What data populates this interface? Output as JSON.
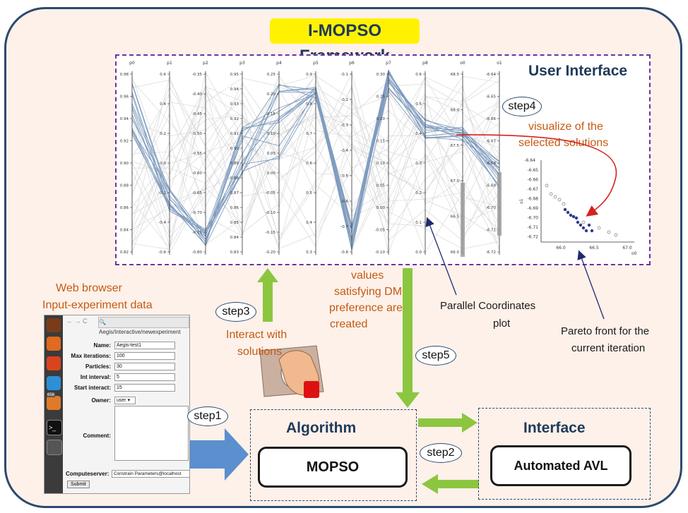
{
  "title": "I-MOPSO Framework",
  "user_interface_label": "User Interface",
  "step4_label": "step4",
  "visualize_label_line1": "visualize of the",
  "visualize_label_line2": "selected solutions",
  "parallel_plot": {
    "axes": [
      {
        "name": "p0",
        "ticks": [
          "0.98",
          "0.96",
          "0.94",
          "0.92",
          "0.90",
          "0.88",
          "0.86",
          "0.84",
          "0.82"
        ]
      },
      {
        "name": "p1",
        "ticks": [
          "0.6",
          "0.4",
          "0.2",
          "-0.0",
          "-0.2",
          "-0.4",
          "-0.6"
        ]
      },
      {
        "name": "p2",
        "ticks": [
          "-0.35",
          "-0.40",
          "-0.45",
          "-0.50",
          "-0.55",
          "-0.60",
          "-0.65",
          "-0.70",
          "-0.75",
          "-0.80"
        ]
      },
      {
        "name": "p3",
        "ticks": [
          "0.95",
          "0.94",
          "0.93",
          "0.92",
          "0.91",
          "0.90",
          "0.89",
          "0.88",
          "0.87",
          "0.86",
          "0.85",
          "0.84",
          "0.83"
        ]
      },
      {
        "name": "p4",
        "ticks": [
          "0.25",
          "0.20",
          "0.15",
          "0.10",
          "0.05",
          "0.00",
          "-0.05",
          "-0.10",
          "-0.15",
          "-0.20"
        ]
      },
      {
        "name": "p5",
        "ticks": [
          "0.9",
          "0.8",
          "0.7",
          "0.6",
          "0.5",
          "0.4",
          "0.3"
        ]
      },
      {
        "name": "p6",
        "ticks": [
          "-0.1",
          "-0.2",
          "-0.3",
          "-0.4",
          "-0.5",
          "-0.6",
          "-0.7",
          "-0.8"
        ]
      },
      {
        "name": "p7",
        "ticks": [
          "0.30",
          "0.25",
          "0.20",
          "0.15",
          "0.10",
          "0.05",
          "0.00",
          "-0.05",
          "-0.10"
        ]
      },
      {
        "name": "p8",
        "ticks": [
          "0.6",
          "0.5",
          "0.4",
          "0.3",
          "0.2",
          "0.1",
          "0.0"
        ]
      },
      {
        "name": "o0",
        "ticks": [
          "68.5",
          "68.0",
          "67.5",
          "67.0",
          "66.5",
          "66.0"
        ]
      },
      {
        "name": "o1",
        "ticks": [
          "-6.64",
          "-6.65",
          "-6.66",
          "-6.67",
          "-6.68",
          "-6.69",
          "-6.70",
          "-6.71",
          "-6.72"
        ]
      }
    ]
  },
  "pareto_plot": {
    "x_label": "o0",
    "y_label": "o1",
    "x_ticks": [
      "66.0",
      "66.5",
      "67.0"
    ],
    "y_ticks": [
      "-6.65",
      "-6.66",
      "-6.67",
      "-6.68",
      "-6.69",
      "-6.70",
      "-6.71",
      "-6.72"
    ],
    "y_top_tick": "-6.64"
  },
  "web_browser_line1": "Web browser",
  "web_browser_line2": "Input-experiment data",
  "browser": {
    "url": "Aegis/Interactive/newexperiment",
    "dock_badge": "656",
    "fields": [
      {
        "label": "Name:",
        "value": "Aegis-test1"
      },
      {
        "label": "Max iterations:",
        "value": "100"
      },
      {
        "label": "Particles:",
        "value": "30"
      },
      {
        "label": "Int interval:",
        "value": "5"
      },
      {
        "label": "Start interact:",
        "value": "15"
      }
    ],
    "owner_label": "Owner:",
    "owner_value": "user",
    "comment_label": "Comment:",
    "computeserver_label": "Computeserver:",
    "computeserver_value": "Constrain Parameters@localhost",
    "submit_label": "Submit"
  },
  "step1_label": "step1",
  "step2_label": "step2",
  "step3_label": "step3",
  "step5_label": "step5",
  "interact_line1": "Interact with",
  "interact_line2": "solutions",
  "values_line1": "values",
  "values_line2": "satisfying DM",
  "values_line3": "preference are",
  "values_line4": "created",
  "pc_plot_line1": "Parallel Coordinates",
  "pc_plot_line2": "plot",
  "pareto_line1": "Pareto front for the",
  "pareto_line2": "current iteration",
  "algorithm_label": "Algorithm",
  "mopso_label": "MOPSO",
  "interface_label": "Interface",
  "avl_label": "Automated AVL",
  "colors": {
    "frame": "#2b4a6f",
    "background": "#fdf1ea",
    "title_bg": "#fff200",
    "dashed_purple": "#7030a0",
    "green_arrow": "#8cc63f",
    "blue_arrow": "#5b8fce",
    "orange_text": "#c55a11",
    "red_arrow": "#d62020"
  }
}
